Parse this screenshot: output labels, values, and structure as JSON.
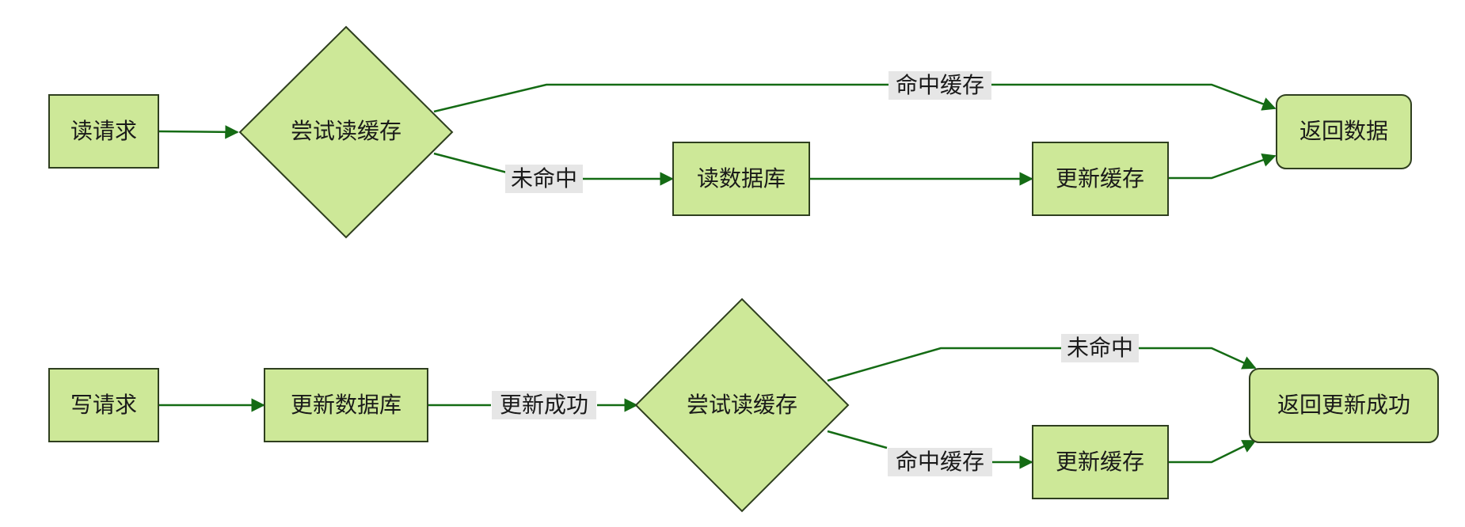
{
  "colors": {
    "node_fill": "#cde898",
    "node_stroke": "#2f3f1f",
    "edge": "#146b14",
    "label_bg": "#e6e6e6"
  },
  "read_flow": {
    "nodes": {
      "read_request": "读请求",
      "try_read_cache": "尝试读缓存",
      "read_database": "读数据库",
      "update_cache": "更新缓存",
      "return_data": "返回数据"
    },
    "edges": {
      "cache_hit": "命中缓存",
      "cache_miss": "未命中"
    }
  },
  "write_flow": {
    "nodes": {
      "write_request": "写请求",
      "update_database": "更新数据库",
      "try_read_cache": "尝试读缓存",
      "update_cache": "更新缓存",
      "return_update_success": "返回更新成功"
    },
    "edges": {
      "update_success": "更新成功",
      "cache_miss": "未命中",
      "cache_hit": "命中缓存"
    }
  }
}
